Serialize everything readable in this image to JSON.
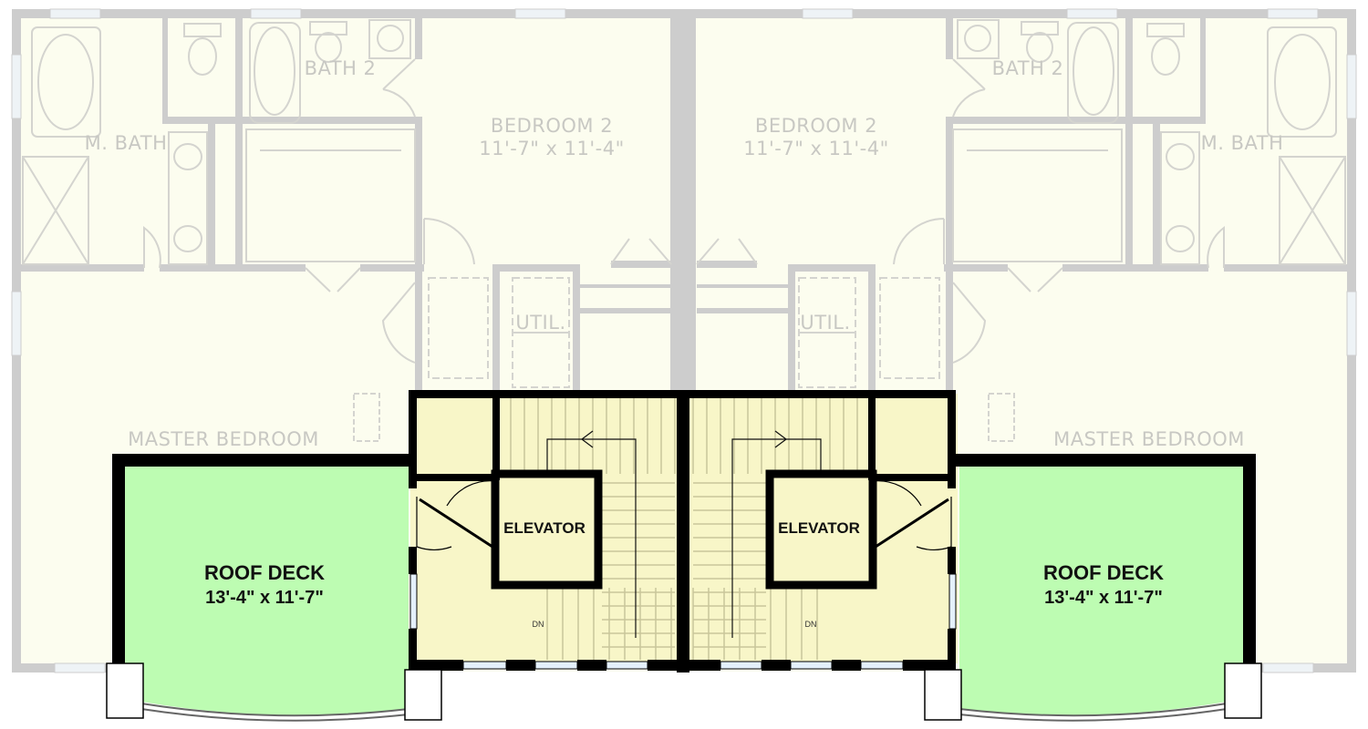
{
  "colors": {
    "background_floor": "#fcfdef",
    "faded_wall": "#cdcdcd",
    "faded_fixture": "#d9d9d4",
    "faded_text": "#c8c8c3",
    "core_floor": "#f8f6c8",
    "roof_deck": "#bdfcb2",
    "dark_wall": "#000000",
    "window_glass": "#e4f0fb"
  },
  "left_unit": {
    "master_bath": "M. BATH",
    "bath_2": "BATH 2",
    "bedroom_2_name": "BEDROOM 2",
    "bedroom_2_size": "11'-7\" x 11'-4\"",
    "util": "UTIL.",
    "master_bedroom": "MASTER BEDROOM",
    "elevator": "ELEVATOR",
    "stair_down": "DN",
    "roof_deck_name": "ROOF DECK",
    "roof_deck_size": "13'-4\" x 11'-7\""
  },
  "right_unit": {
    "master_bath": "M. BATH",
    "bath_2": "BATH 2",
    "bedroom_2_name": "BEDROOM 2",
    "bedroom_2_size": "11'-7\" x 11'-4\"",
    "util": "UTIL.",
    "master_bedroom": "MASTER BEDROOM",
    "elevator": "ELEVATOR",
    "stair_down": "DN",
    "roof_deck_name": "ROOF DECK",
    "roof_deck_size": "13'-4\" x 11'-7\""
  }
}
